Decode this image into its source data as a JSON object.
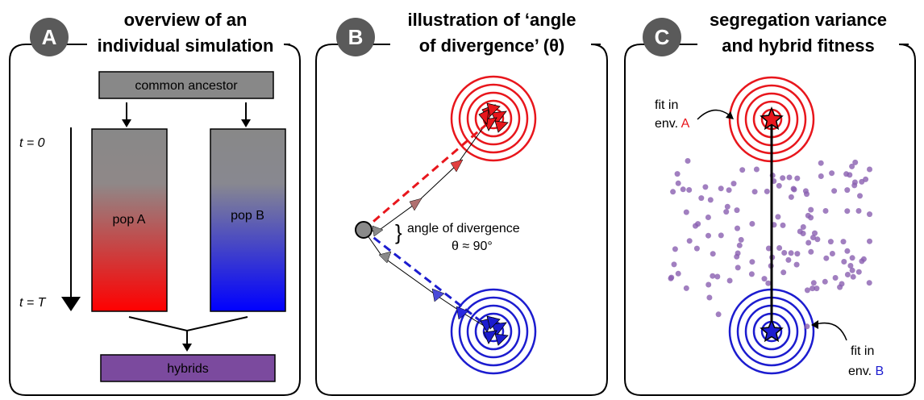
{
  "panelA": {
    "letter": "A",
    "title_line1": "overview of an",
    "title_line2": "individual simulation",
    "ancestor_label": "common ancestor",
    "t0_label": "t = 0",
    "tT_label": "t = T",
    "popA_label": "pop A",
    "popB_label": "pop B",
    "hybrids_label": "hybrids",
    "colors": {
      "popA": "#ff0000",
      "popB": "#0000ff",
      "ancestor": "#888888",
      "hybrids": "#7b4a9e"
    }
  },
  "panelB": {
    "letter": "B",
    "title_line1": "illustration of ‘angle",
    "title_line2": "of divergence’ (θ)",
    "angle_label_line1": "angle of divergence",
    "angle_label_line2": "θ ≈ 90°",
    "brace": "}",
    "colors": {
      "red": "#e8161c",
      "blue": "#1c1ccf",
      "origin": "#8a8a8a"
    }
  },
  "panelC": {
    "letter": "C",
    "title_line1": "segregation variance",
    "title_line2": "and hybrid fitness",
    "fitA_line1": "fit in",
    "fitA_line2_prefix": "env. ",
    "fitA_env": "A",
    "fitB_line1": "fit in",
    "fitB_line2_prefix": "env. ",
    "fitB_env": "B",
    "colors": {
      "red": "#e8161c",
      "blue": "#1c1ccf",
      "hybrid_points": "#8a5fb0"
    }
  }
}
